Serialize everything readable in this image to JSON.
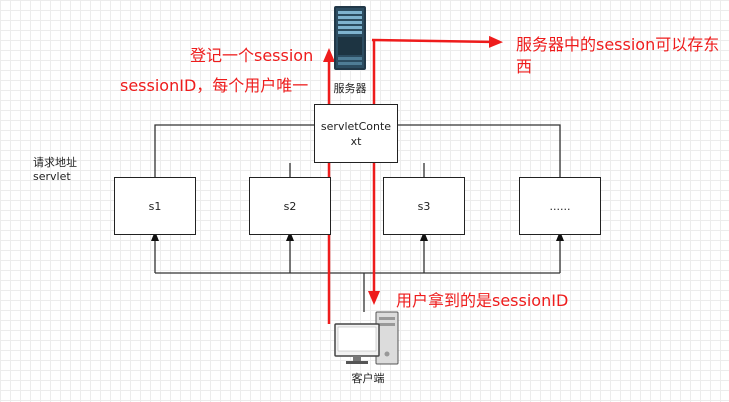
{
  "diagram": {
    "server": {
      "label": "服务器",
      "icon": "server-rack-icon"
    },
    "client": {
      "label": "客户端",
      "icon": "desktop-computer-icon"
    },
    "servlet_context": {
      "label": "servletContext"
    },
    "servlets": [
      {
        "label": "s1"
      },
      {
        "label": "s2"
      },
      {
        "label": "s3"
      },
      {
        "label": "......"
      }
    ],
    "request_note": {
      "line1": "请求地址",
      "line2": "servlet"
    }
  },
  "annotations": {
    "register_session": "登记一个session",
    "session_id_unique": "sessionID，每个用户唯一",
    "server_session_line1": "服务器中的session可以存东",
    "server_session_line2": "西",
    "user_gets_session_id": "用户拿到的是sessionID"
  },
  "colors": {
    "annotation": "#ee1c1c",
    "line": "#333333"
  }
}
